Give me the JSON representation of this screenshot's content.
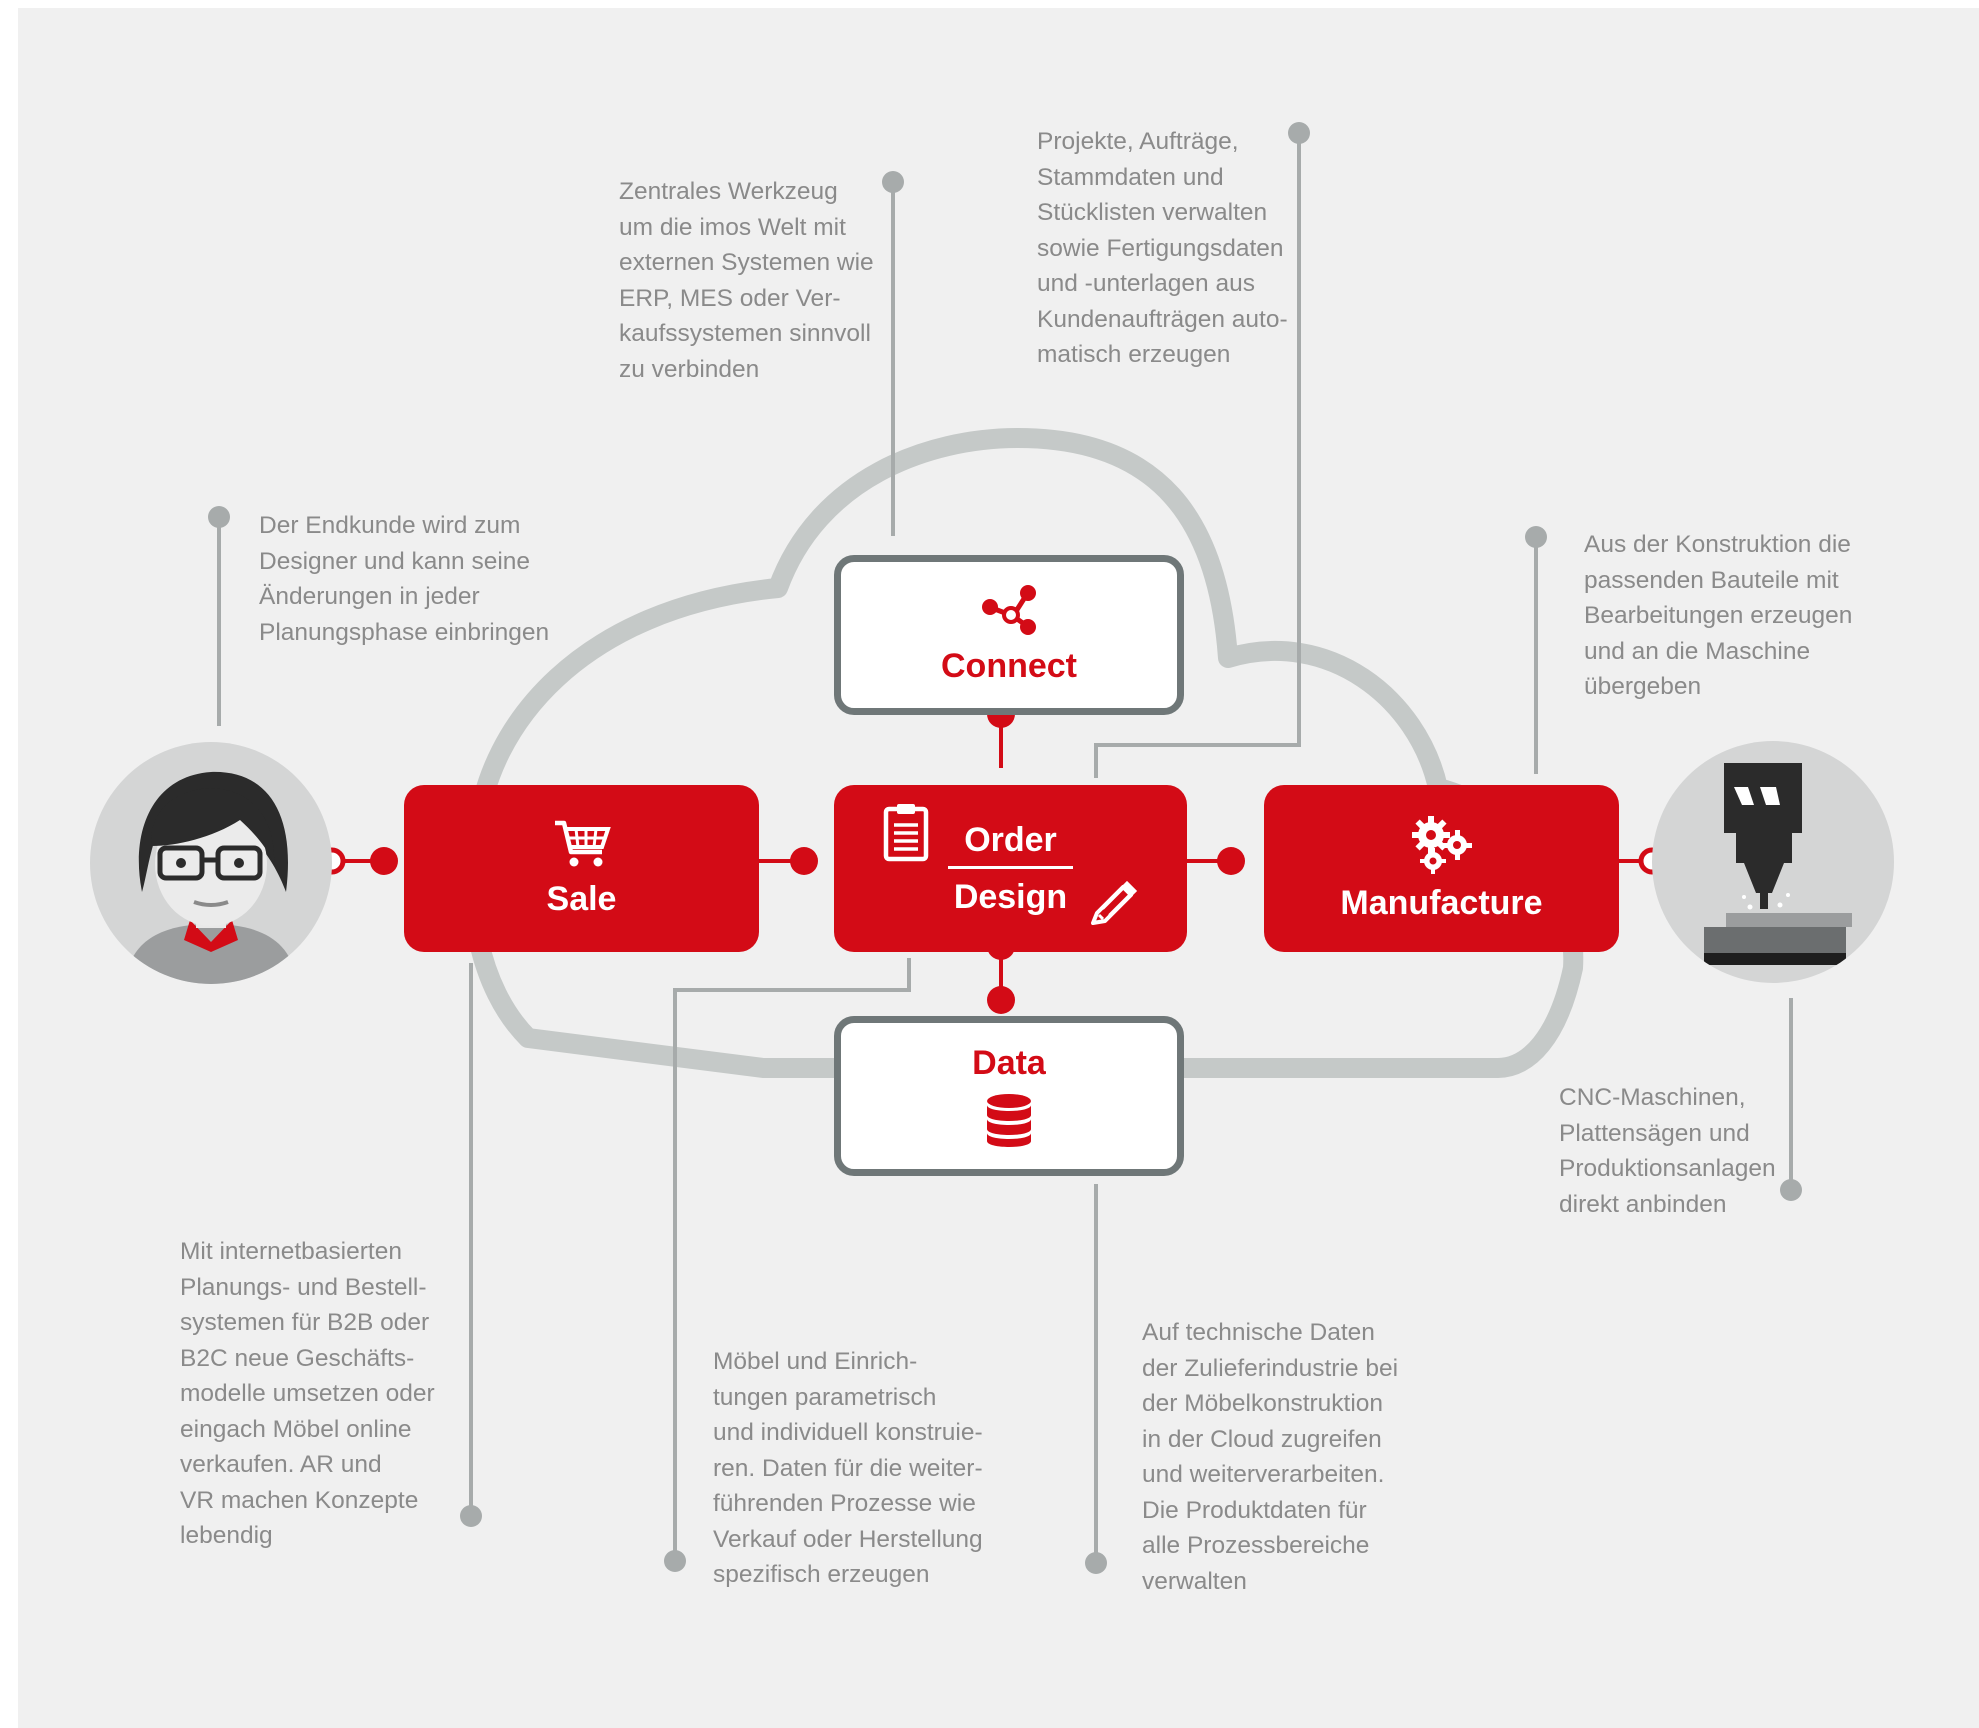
{
  "diagram": {
    "nodes": {
      "connect": "Connect",
      "sale": "Sale",
      "order": "Order",
      "design": "Design",
      "manufacture": "Manufacture",
      "data": "Data"
    },
    "descriptions": {
      "customer": "Der Endkunde wird zum\nDesigner und kann seine\nÄnderungen in jeder\nPlanungsphase einbringen",
      "connect": "Zentrales Werkzeug\num die imos Welt mit\nexternen Systemen wie\nERP, MES oder Ver-\nkaufssystemen sinnvoll\nzu verbinden",
      "order": "Projekte, Aufträge,\nStammdaten und\nStücklisten verwalten\nsowie Fertigungsdaten\nund -unterlagen aus\nKundenaufträgen auto-\nmatisch erzeugen",
      "manufacture": "Aus der Konstruktion die\npassenden Bauteile mit\nBearbeitungen erzeugen\nund an die Maschine\nübergeben",
      "machine": "CNC-Maschinen,\nPlattensägen und\nProduktionsanlagen\ndirekt anbinden",
      "sale": "Mit internetbasierten\nPlanungs- und Bestell-\nsystemen für B2B oder\nB2C neue Geschäfts-\nmodelle umsetzen oder\neingach Möbel online\nverkaufen. AR und\nVR machen Konzepte\nlebendig",
      "design": "Möbel und Einrich-\ntungen parametrisch\nund individuell konstruie-\nren. Daten für die weiter-\nführenden Prozesse wie\nVerkauf oder Herstellung\nspezifisch erzeugen",
      "data": "Auf technische Daten\nder Zulieferindustrie bei\nder Möbelkonstruktion\nin der Cloud zugreifen\nund weiterverarbeiten.\nDie Produktdaten für\nalle Prozessbereiche\nverwalten"
    },
    "colors": {
      "background": "#f0f0f0",
      "accent_red": "#d30b16",
      "cloud_gray": "#c5c9c8",
      "leader_gray": "#a7abab",
      "text_gray": "#8a8a8a",
      "box_border": "#6f7778"
    },
    "icons": {
      "connect": "share-network-icon",
      "sale": "shopping-cart-icon",
      "order": "clipboard-icon",
      "design": "pencil-icon",
      "manufacture": "gears-icon",
      "data": "database-icon",
      "customer": "woman-avatar-icon",
      "machine": "cnc-machine-icon"
    }
  }
}
